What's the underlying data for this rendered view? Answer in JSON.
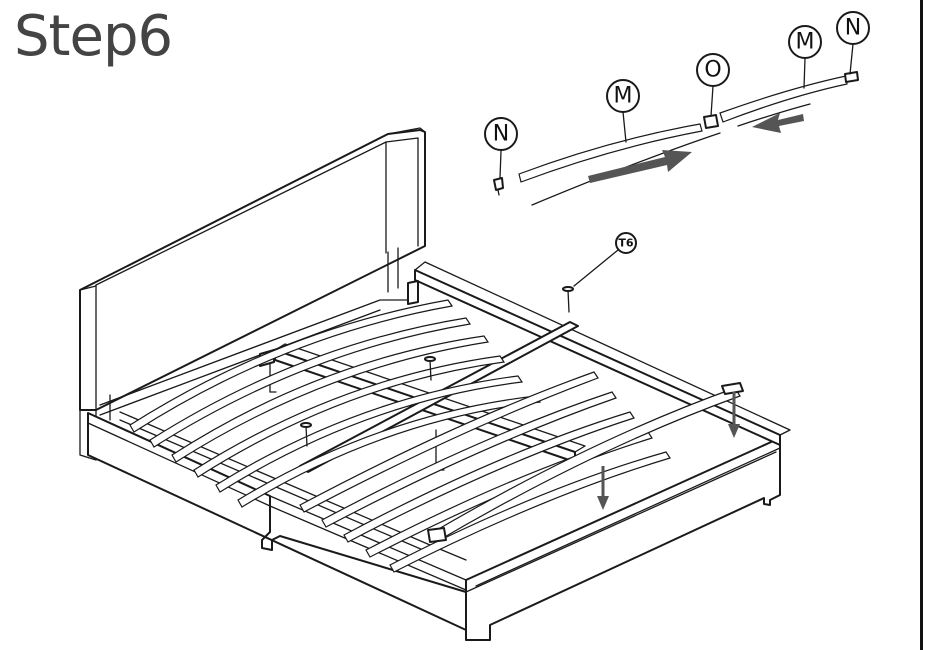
{
  "title": "Step6",
  "callouts": {
    "n_left": "N",
    "m_left": "M",
    "o": "O",
    "m_right": "M",
    "n_right": "N",
    "t6": "T6"
  },
  "colors": {
    "line": "#1a1a1a",
    "arrow": "#555555",
    "title": "#444444"
  }
}
